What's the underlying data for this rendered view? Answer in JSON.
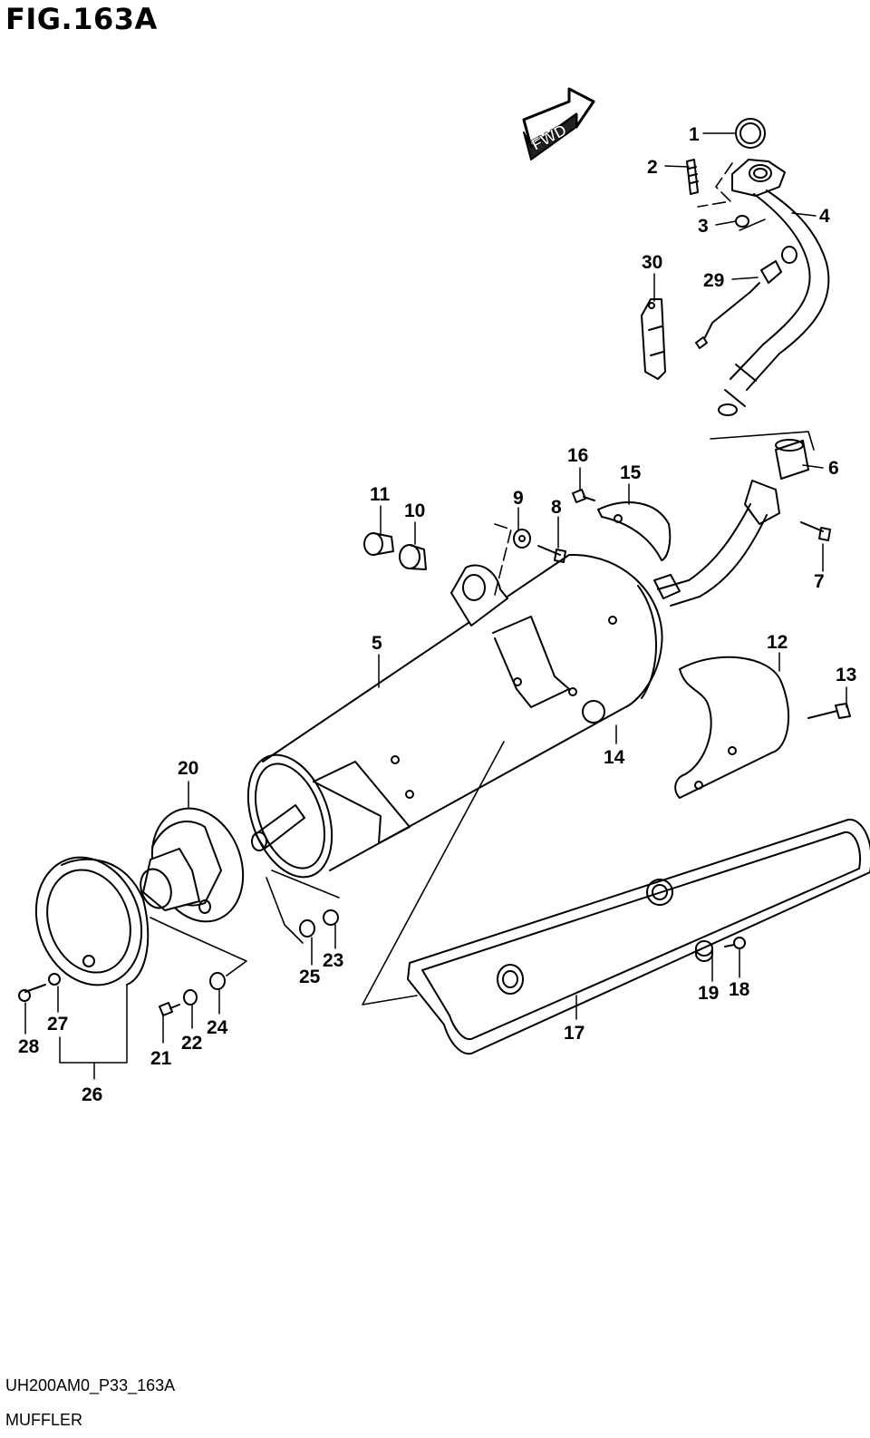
{
  "figure": {
    "title": "FIG.163A",
    "direction_label": "FWD",
    "drawing_code": "UH200AM0_P33_163A",
    "section_name": "MUFFLER"
  },
  "callouts": [
    {
      "id": "c1",
      "text": "1"
    },
    {
      "id": "c2",
      "text": "2"
    },
    {
      "id": "c3",
      "text": "3"
    },
    {
      "id": "c4",
      "text": "4"
    },
    {
      "id": "c5",
      "text": "5"
    },
    {
      "id": "c6",
      "text": "6"
    },
    {
      "id": "c7",
      "text": "7"
    },
    {
      "id": "c8",
      "text": "8"
    },
    {
      "id": "c9",
      "text": "9"
    },
    {
      "id": "c10",
      "text": "10"
    },
    {
      "id": "c11",
      "text": "11"
    },
    {
      "id": "c12",
      "text": "12"
    },
    {
      "id": "c13",
      "text": "13"
    },
    {
      "id": "c14",
      "text": "14"
    },
    {
      "id": "c15",
      "text": "15"
    },
    {
      "id": "c16",
      "text": "16"
    },
    {
      "id": "c17",
      "text": "17"
    },
    {
      "id": "c18",
      "text": "18"
    },
    {
      "id": "c19",
      "text": "19"
    },
    {
      "id": "c20",
      "text": "20"
    },
    {
      "id": "c21",
      "text": "21"
    },
    {
      "id": "c22",
      "text": "22"
    },
    {
      "id": "c23",
      "text": "23"
    },
    {
      "id": "c24",
      "text": "24"
    },
    {
      "id": "c25",
      "text": "25"
    },
    {
      "id": "c26",
      "text": "26"
    },
    {
      "id": "c27",
      "text": "27"
    },
    {
      "id": "c28",
      "text": "28"
    },
    {
      "id": "c29",
      "text": "29"
    },
    {
      "id": "c30",
      "text": "30"
    }
  ]
}
